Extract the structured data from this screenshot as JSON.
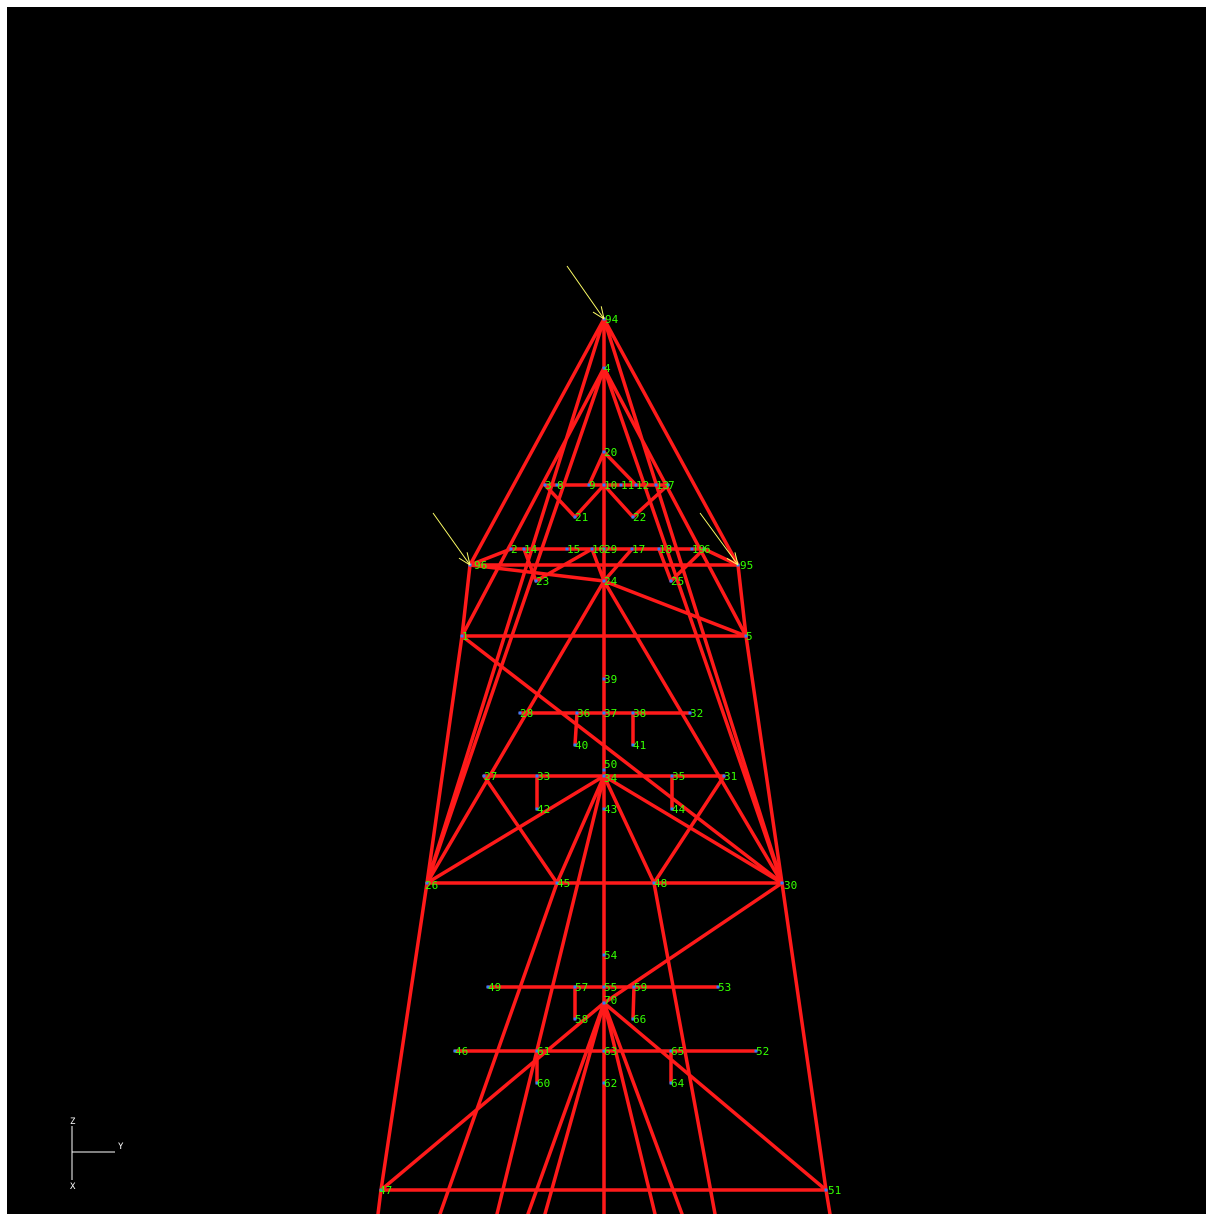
{
  "colors": {
    "background": "#000000",
    "members": "#ff1a1a",
    "node_labels": "#33ff00",
    "node_dots": "#2f7dff",
    "load_arrows": "#ffff66",
    "axes": "#ffffff"
  },
  "axis_labels": {
    "vertical": "Z",
    "horizontal": "Y",
    "out_of_plane": "X"
  },
  "node_labels": [
    "94",
    "4",
    "20",
    "3",
    "8",
    "9",
    "10",
    "11",
    "12",
    "13",
    "7",
    "21",
    "22",
    "2",
    "14",
    "15",
    "16",
    "29",
    "17",
    "18",
    "19",
    "6",
    "96",
    "95",
    "23",
    "24",
    "25",
    "1",
    "5",
    "39",
    "28",
    "36",
    "37",
    "38",
    "32",
    "40",
    "41",
    "27",
    "33",
    "50",
    "34",
    "35",
    "31",
    "42",
    "43",
    "44",
    "26",
    "45",
    "48",
    "30",
    "54",
    "49",
    "57",
    "55",
    "59",
    "53",
    "70",
    "58",
    "66",
    "46",
    "61",
    "63",
    "65",
    "52",
    "60",
    "62",
    "64",
    "47",
    "51"
  ],
  "load_arrow_nodes": [
    "94",
    "96",
    "95"
  ]
}
